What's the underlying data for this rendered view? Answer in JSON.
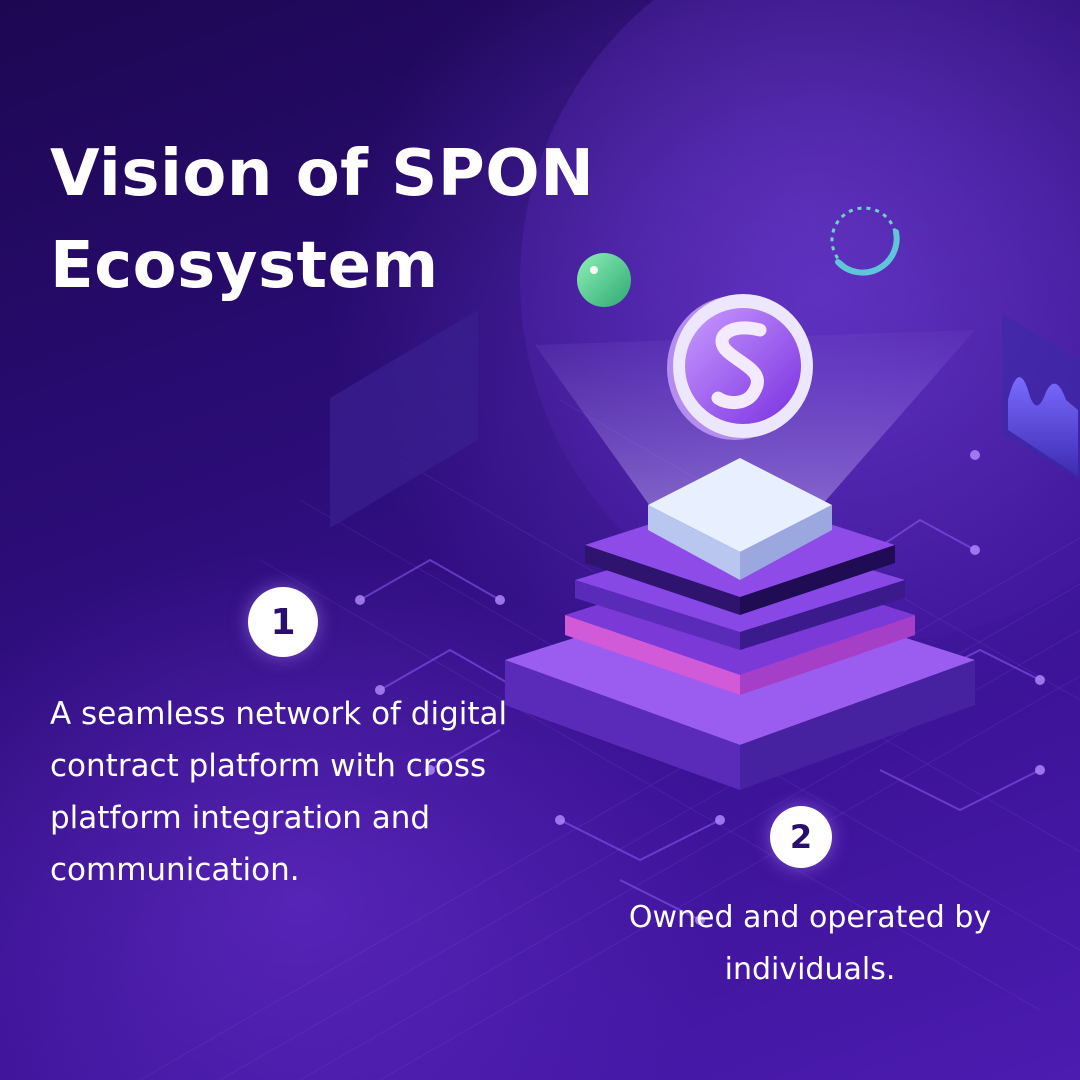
{
  "title": {
    "line1": "Vision of SPON",
    "line2": "Ecosystem"
  },
  "points": [
    {
      "number": "1",
      "text": "A seamless network of digital contract platform with  cross platform integration and communication."
    },
    {
      "number": "2",
      "text": "Owned and operated by individuals."
    }
  ],
  "illustration": {
    "coin_icon": "spon-s-logo-icon",
    "platform_icon": "stacked-platform-icon",
    "left_chart_icon": "bar-chart-panel-icon",
    "right_chart_icon": "area-chart-panel-icon",
    "green_sphere_icon": "green-sphere-icon",
    "ring_icon": "dashed-ring-icon"
  },
  "colors": {
    "background_dark": "#1d0752",
    "background_light": "#4c1bb0",
    "accent_purple": "#8a4ff0",
    "accent_green": "#5ed69a",
    "text": "#ffffff"
  }
}
